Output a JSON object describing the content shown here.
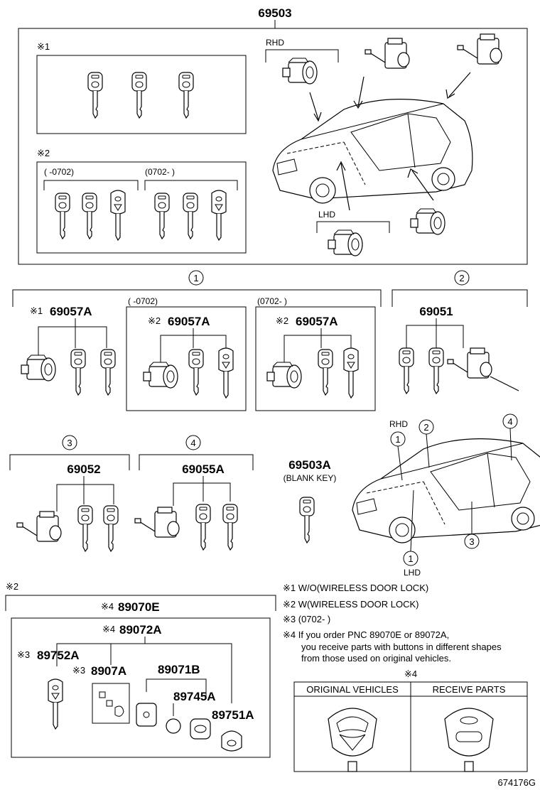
{
  "title_part": "69503",
  "top_box": {
    "note1_mark": "※1",
    "note2_mark": "※2",
    "range_before": "(     -0702)",
    "range_after": "(0702-      )",
    "rhd": "RHD",
    "lhd": "LHD"
  },
  "sets": {
    "set1_mark": "1",
    "set2_mark": "2",
    "set3_mark": "3",
    "set4_mark": "4",
    "s1a_prefix": "※1",
    "s1a_part": "69057A",
    "s1b_range": "(      -0702)",
    "s1b_prefix": "※2",
    "s1b_part": "69057A",
    "s1c_range": "(0702-      )",
    "s1c_prefix": "※2",
    "s1c_part": "69057A",
    "s2_part": "69051",
    "s3_part": "69052",
    "s4_part": "69055A",
    "blank_part": "69503A",
    "blank_label": "(BLANK KEY)",
    "car_rhd": "RHD",
    "car_lhd": "LHD"
  },
  "remote": {
    "section_mark": "※2",
    "p89070_prefix": "※4",
    "p89070": "89070E",
    "p89072_prefix": "※4",
    "p89072": "89072A",
    "p89752_prefix": "※3",
    "p89752": "89752A",
    "p8907_prefix": "※3",
    "p8907": "8907A",
    "p89071": "89071B",
    "p89745": "89745A",
    "p89751": "89751A"
  },
  "notes": {
    "n1": "※1 W/O(WIRELESS DOOR LOCK)",
    "n2": "※2 W(WIRELESS DOOR LOCK)",
    "n3": "※3 (0702-      )",
    "n4_line1": "※4  If you order PNC 89070E or 89072A,",
    "n4_line2": "you receive parts with buttons in different shapes",
    "n4_line3": "from those used on original vehicles."
  },
  "compare": {
    "mark": "※4",
    "col1": "ORIGINAL VEHICLES",
    "col2": "RECEIVE PARTS"
  },
  "figure_code": "674176G"
}
